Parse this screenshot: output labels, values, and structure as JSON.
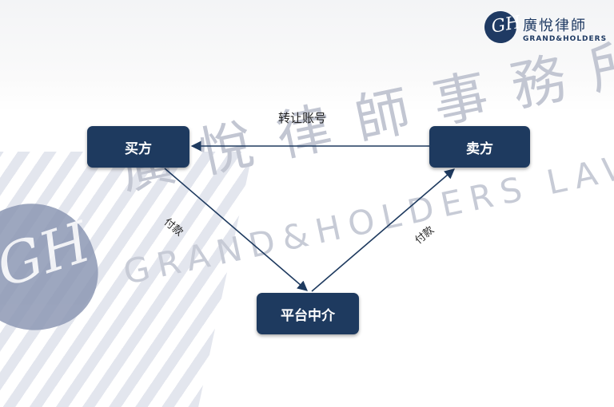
{
  "logo": {
    "cn": "廣悅律師",
    "en": "GRAND&HOLDERS",
    "mark_glyph": "GH"
  },
  "watermark": {
    "cn": "廣悅律師事務所",
    "en": "GRAND&HOLDERS LAW FIRM",
    "badge_glyph": "GH"
  },
  "diagram": {
    "nodes": {
      "buyer": "买方",
      "seller": "卖方",
      "platform": "平台中介"
    },
    "edges": {
      "seller_to_buyer": "转让账号",
      "buyer_to_platform": "付款",
      "platform_to_seller": "付款"
    }
  },
  "colors": {
    "node_fill": "#1e3a5f",
    "edge": "#1e3a5f",
    "watermark": "#c2c6d2"
  }
}
